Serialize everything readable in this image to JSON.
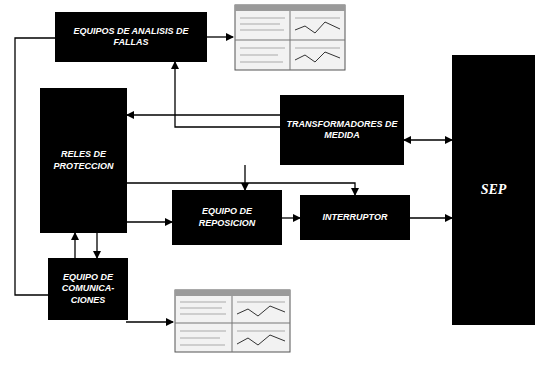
{
  "diagram": {
    "nodes": [
      {
        "text": [
          "EQUIPOS DE ANALISIS DE FALLAS"
        ]
      },
      {
        "text": [
          "RELES DE PROTECCION"
        ]
      },
      {
        "text": [
          "TRANSFORMADORES DE MEDIDA"
        ]
      },
      {
        "text": [
          "EQUIPO DE REPOSICION"
        ]
      },
      {
        "text": [
          "INTERRUPTOR"
        ]
      },
      {
        "text": [
          "EQUIPO DE COMUNICA- CIONES"
        ]
      },
      {
        "text": [
          "SEP"
        ]
      }
    ],
    "edges": [
      {
        "from": 2,
        "to": 1,
        "arrow": "to"
      },
      {
        "from": 2,
        "to": 0,
        "arrow": "to"
      },
      {
        "from": 6,
        "to": 2,
        "arrow": "both"
      },
      {
        "from": 2,
        "to": 3,
        "arrow": "to"
      },
      {
        "from": 1,
        "to": 4,
        "arrow": "to"
      },
      {
        "from": 1,
        "to": 3,
        "arrow": "to"
      },
      {
        "from": 3,
        "to": 4,
        "arrow": "to"
      },
      {
        "from": 4,
        "to": 6,
        "arrow": "to"
      },
      {
        "from": 1,
        "to": 5,
        "arrow": "to"
      },
      {
        "from": 5,
        "to": 1,
        "arrow": "to"
      },
      {
        "from": 0,
        "to": 5,
        "arrow": "none"
      }
    ]
  }
}
